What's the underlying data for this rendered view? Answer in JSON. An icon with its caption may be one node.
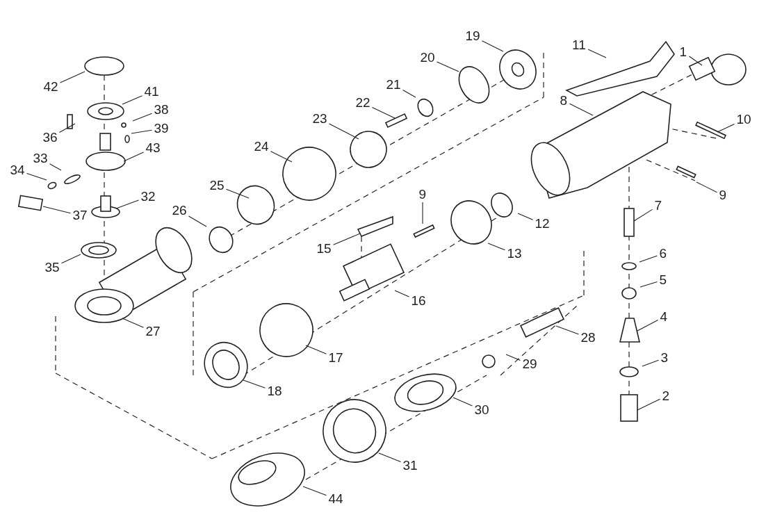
{
  "diagram": {
    "nodes": [
      {
        "text": [
          "42"
        ]
      },
      {
        "text": [
          "41"
        ]
      },
      {
        "text": [
          "38"
        ]
      },
      {
        "text": [
          "36"
        ]
      },
      {
        "text": [
          "39"
        ]
      },
      {
        "text": [
          "43"
        ]
      },
      {
        "text": [
          "33"
        ]
      },
      {
        "text": [
          "34"
        ]
      },
      {
        "text": [
          "32"
        ]
      },
      {
        "text": [
          "37"
        ]
      },
      {
        "text": [
          "35"
        ]
      },
      {
        "text": [
          "27"
        ]
      },
      {
        "text": [
          "26"
        ]
      },
      {
        "text": [
          "25"
        ]
      },
      {
        "text": [
          "24"
        ]
      },
      {
        "text": [
          "23"
        ]
      },
      {
        "text": [
          "22"
        ]
      },
      {
        "text": [
          "21"
        ]
      },
      {
        "text": [
          "20"
        ]
      },
      {
        "text": [
          "19"
        ]
      },
      {
        "text": [
          "11"
        ]
      },
      {
        "text": [
          "1"
        ]
      },
      {
        "text": [
          "8"
        ]
      },
      {
        "text": [
          "10"
        ]
      },
      {
        "text": [
          "9"
        ]
      },
      {
        "text": [
          "12"
        ]
      },
      {
        "text": [
          "9"
        ]
      },
      {
        "text": [
          "15"
        ]
      },
      {
        "text": [
          "13"
        ]
      },
      {
        "text": [
          "16"
        ]
      },
      {
        "text": [
          "7"
        ]
      },
      {
        "text": [
          "6"
        ]
      },
      {
        "text": [
          "5"
        ]
      },
      {
        "text": [
          "4"
        ]
      },
      {
        "text": [
          "3"
        ]
      },
      {
        "text": [
          "2"
        ]
      },
      {
        "text": [
          "28"
        ]
      },
      {
        "text": [
          "29"
        ]
      },
      {
        "text": [
          "17"
        ]
      },
      {
        "text": [
          "18"
        ]
      },
      {
        "text": [
          "30"
        ]
      },
      {
        "text": [
          "31"
        ]
      },
      {
        "text": [
          "44"
        ]
      }
    ],
    "edges": [
      {
        "from": 0,
        "to": null,
        "arrow": "none"
      },
      {
        "from": 1,
        "to": null,
        "arrow": "none"
      },
      {
        "from": 2,
        "to": null,
        "arrow": "none"
      },
      {
        "from": 3,
        "to": null,
        "arrow": "none"
      },
      {
        "from": 4,
        "to": null,
        "arrow": "none"
      },
      {
        "from": 5,
        "to": null,
        "arrow": "none"
      },
      {
        "from": 6,
        "to": null,
        "arrow": "none"
      },
      {
        "from": 7,
        "to": null,
        "arrow": "none"
      },
      {
        "from": 8,
        "to": null,
        "arrow": "none"
      },
      {
        "from": 9,
        "to": null,
        "arrow": "none"
      },
      {
        "from": 10,
        "to": null,
        "arrow": "none"
      },
      {
        "from": 11,
        "to": null,
        "arrow": "none"
      },
      {
        "from": 12,
        "to": null,
        "arrow": "none"
      },
      {
        "from": 13,
        "to": null,
        "arrow": "none"
      },
      {
        "from": 14,
        "to": null,
        "arrow": "none"
      },
      {
        "from": 15,
        "to": null,
        "arrow": "none"
      },
      {
        "from": 16,
        "to": null,
        "arrow": "none"
      },
      {
        "from": 17,
        "to": null,
        "arrow": "none"
      },
      {
        "from": 18,
        "to": null,
        "arrow": "none"
      },
      {
        "from": 19,
        "to": null,
        "arrow": "none"
      },
      {
        "from": 20,
        "to": null,
        "arrow": "none"
      },
      {
        "from": 21,
        "to": null,
        "arrow": "none"
      },
      {
        "from": 22,
        "to": null,
        "arrow": "none"
      },
      {
        "from": 23,
        "to": null,
        "arrow": "none"
      },
      {
        "from": 24,
        "to": null,
        "arrow": "none"
      },
      {
        "from": 25,
        "to": null,
        "arrow": "none"
      },
      {
        "from": 26,
        "to": null,
        "arrow": "none"
      },
      {
        "from": 27,
        "to": null,
        "arrow": "none"
      },
      {
        "from": 28,
        "to": null,
        "arrow": "none"
      },
      {
        "from": 29,
        "to": null,
        "arrow": "none"
      },
      {
        "from": 30,
        "to": null,
        "arrow": "none"
      },
      {
        "from": 31,
        "to": null,
        "arrow": "none"
      },
      {
        "from": 32,
        "to": null,
        "arrow": "none"
      },
      {
        "from": 33,
        "to": null,
        "arrow": "none"
      },
      {
        "from": 34,
        "to": null,
        "arrow": "none"
      },
      {
        "from": 35,
        "to": null,
        "arrow": "none"
      },
      {
        "from": 36,
        "to": null,
        "arrow": "none"
      },
      {
        "from": 37,
        "to": null,
        "arrow": "none"
      },
      {
        "from": 38,
        "to": null,
        "arrow": "none"
      },
      {
        "from": 39,
        "to": null,
        "arrow": "none"
      },
      {
        "from": 40,
        "to": null,
        "arrow": "none"
      },
      {
        "from": 41,
        "to": null,
        "arrow": "none"
      },
      {
        "from": 42,
        "to": null,
        "arrow": "none"
      }
    ]
  }
}
